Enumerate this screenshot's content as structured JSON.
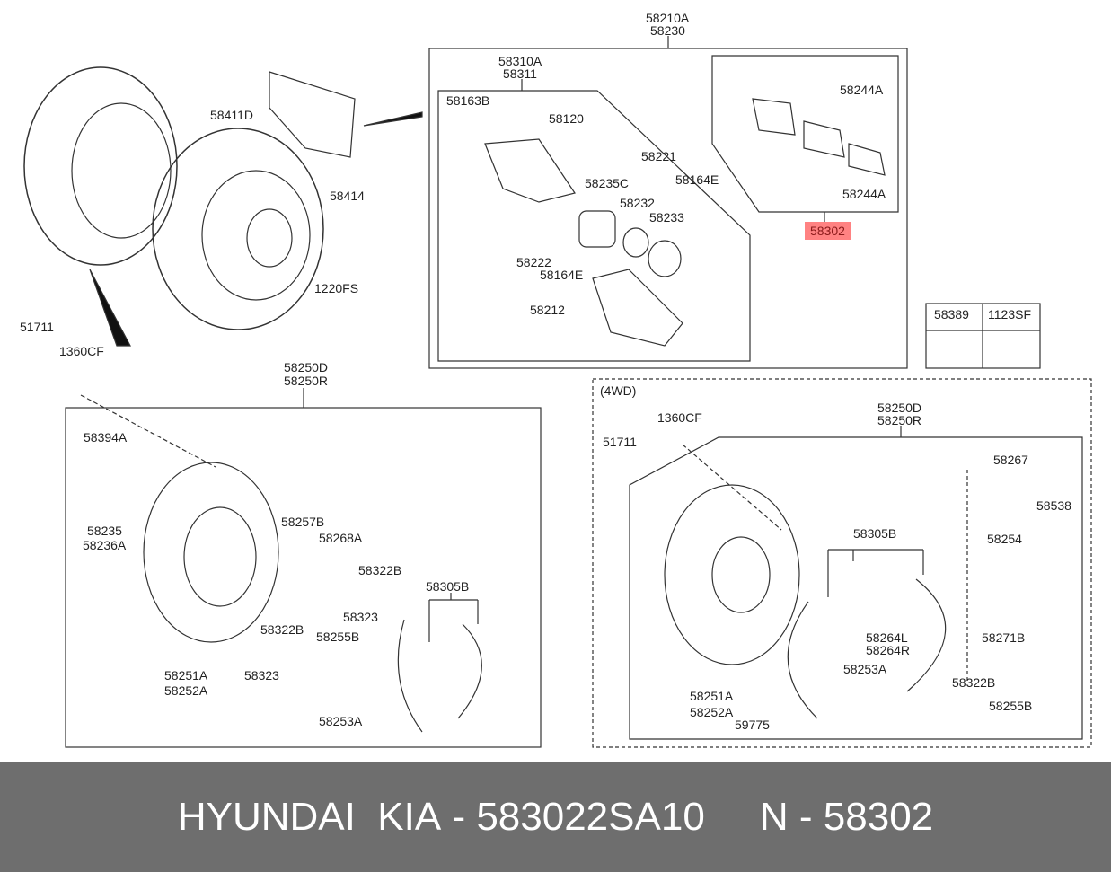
{
  "labels": [
    "58210A",
    "58230",
    "58310A",
    "58311",
    "58163B",
    "58120",
    "58244A",
    "58221",
    "58235C",
    "58164E",
    "58232",
    "58233",
    "58244A",
    "58302",
    "58222",
    "58164E",
    "58212",
    "58411D",
    "58414",
    "1220FS",
    "58389",
    "1123SF",
    "51711",
    "1360CF",
    "58250D",
    "58250R",
    "(4WD)",
    "1360CF",
    "58250D",
    "58250R",
    "51711",
    "58394A",
    "58267",
    "58538",
    "58235",
    "58236A",
    "58257B",
    "58268A",
    "58305B",
    "58254",
    "58322B",
    "58323",
    "58305B",
    "58322B",
    "58255B",
    "58264L",
    "58264R",
    "58271B",
    "58323",
    "58251A",
    "58252A",
    "58253A",
    "58322B",
    "58251A",
    "58252A",
    "58255B",
    "58253A",
    "59775"
  ],
  "footer": {
    "brand": "HYUNDAI  KIA",
    "sep1": " - ",
    "part_number": "583022SA10",
    "sep2": "     N - ",
    "short_number": "58302"
  },
  "colors": {
    "highlight": "#ff8282",
    "footer_bg": "#6e6e6e"
  }
}
